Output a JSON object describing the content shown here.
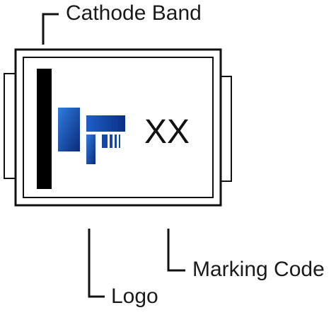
{
  "labels": {
    "cathode_band": "Cathode Band",
    "logo": "Logo",
    "marking_code": "Marking Code"
  },
  "package": {
    "marking_text": "XX"
  },
  "colors": {
    "outline": "#111111",
    "band": "#000000",
    "logo_light": "#2f7de0",
    "logo_dark": "#0a2a7a"
  }
}
